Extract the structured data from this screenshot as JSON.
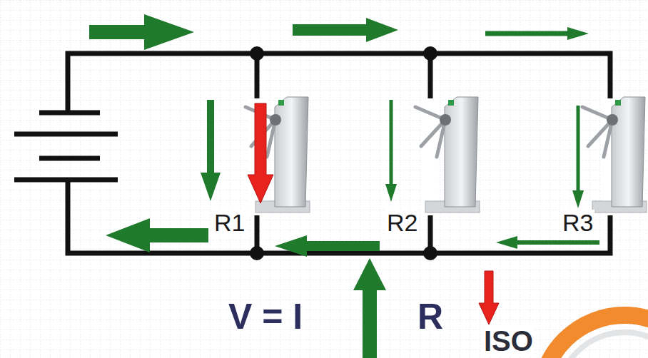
{
  "diagram": {
    "labels": [
      "R1",
      "R2",
      "R3",
      "V = I",
      "R",
      "ISO"
    ]
  }
}
